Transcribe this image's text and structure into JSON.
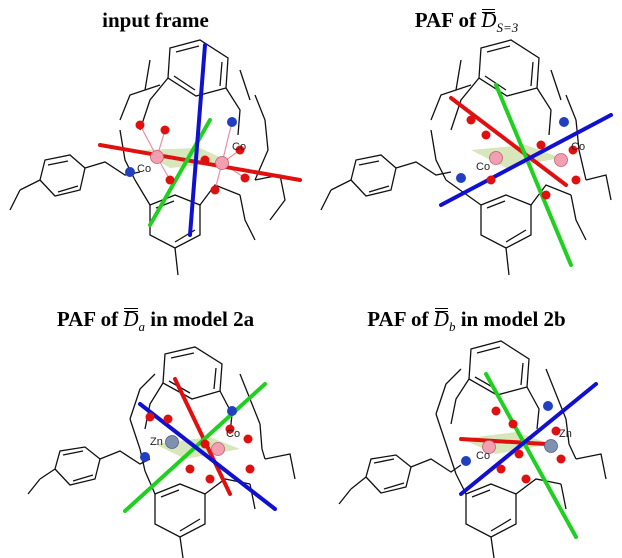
{
  "panels": [
    {
      "id": "input",
      "title_prefix": "input frame",
      "sym": "",
      "sub": "",
      "suffix": "",
      "metal_labels": [
        "Co",
        "Co"
      ]
    },
    {
      "id": "paf-s3",
      "title_prefix": "PAF of ",
      "sym": "D",
      "sub": "S=3",
      "suffix": "",
      "metal_labels": [
        "Co",
        "Co"
      ]
    },
    {
      "id": "paf-2a",
      "title_prefix": "PAF of ",
      "sym": "D",
      "sub": "a",
      "suffix": " in model 2a",
      "metal_labels": [
        "Zn",
        "Co"
      ]
    },
    {
      "id": "paf-2b",
      "title_prefix": "PAF of ",
      "sym": "D",
      "sub": "b",
      "suffix": " in model 2b",
      "metal_labels": [
        "Co",
        "Zn"
      ]
    }
  ],
  "colors": {
    "bond": "#111111",
    "oxygen": "#e01010",
    "nitrogen": "#2040c0",
    "cobalt": "#f0a0b0",
    "zinc": "#8090b0",
    "plane": "#c8dca0",
    "axis_red": "#e01010",
    "axis_green": "#20d020",
    "axis_blue": "#1010d0"
  }
}
